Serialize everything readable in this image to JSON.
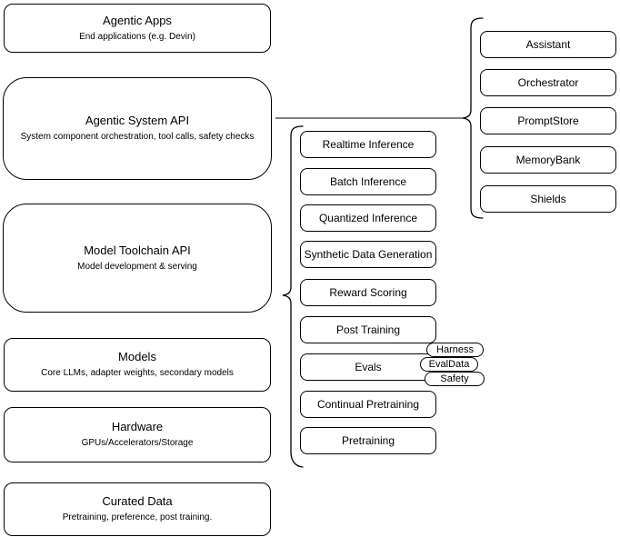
{
  "diagram": {
    "stack": [
      {
        "title": "Agentic Apps",
        "subtitle": "End applications (e.g. Devin)"
      },
      {
        "title": "Agentic System API",
        "subtitle": "System component orchestration, tool calls, safety checks"
      },
      {
        "title": "Model Toolchain API",
        "subtitle": "Model development & serving"
      },
      {
        "title": "Models",
        "subtitle": "Core LLMs, adapter weights, secondary models"
      },
      {
        "title": "Hardware",
        "subtitle": "GPUs/Accelerators/Storage"
      },
      {
        "title": "Curated Data",
        "subtitle": "Pretraining, preference, post training."
      }
    ],
    "toolchain_items": [
      "Realtime Inference",
      "Batch Inference",
      "Quantized Inference",
      "Synthetic Data Generation",
      "Reward Scoring",
      "Post Training",
      "Evals",
      "Continual Pretraining",
      "Pretraining"
    ],
    "evals_tags": [
      "Harness",
      "EvalData",
      "Safety"
    ],
    "system_components": [
      "Assistant",
      "Orchestrator",
      "PromptStore",
      "MemoryBank",
      "Shields"
    ],
    "colors": {
      "border": "#000000",
      "background": "#ffffff",
      "text": "#000000"
    }
  }
}
